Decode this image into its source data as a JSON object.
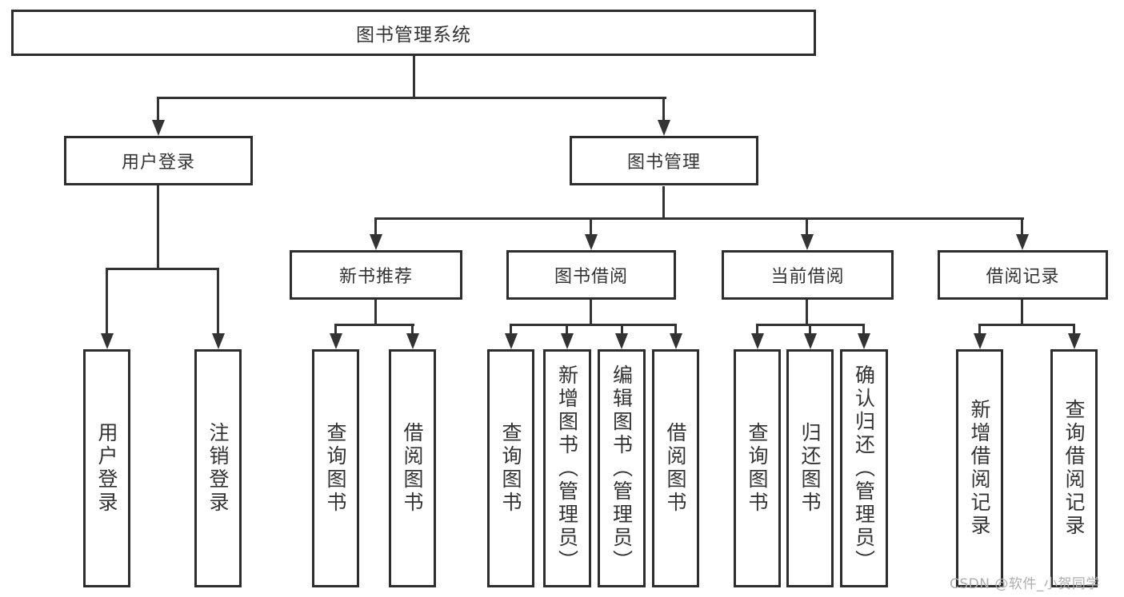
{
  "diagram": {
    "title": "图书管理系统",
    "level2": [
      {
        "label": "用户登录"
      },
      {
        "label": "图书管理"
      }
    ],
    "level3": [
      {
        "label": "新书推荐"
      },
      {
        "label": "图书借阅"
      },
      {
        "label": "当前借阅"
      },
      {
        "label": "借阅记录"
      }
    ],
    "leaves": {
      "user_login": "用户登录",
      "logout": "注销登录",
      "recommend_query": "查询图书",
      "recommend_borrow": "借阅图书",
      "borrow_query": "查询图书",
      "borrow_add_admin": "新增图书（管理员）",
      "borrow_edit_admin": "编辑图书（管理员）",
      "borrow_borrow": "借阅图书",
      "current_query": "查询图书",
      "current_return": "归还图书",
      "current_confirm_admin": "确认归还（管理员）",
      "record_add": "新增借阅记录",
      "record_query": "查询借阅记录"
    },
    "line_color": "#333333",
    "border_color": "#2d2d2d"
  },
  "watermark": {
    "text": "CSDN @软件_小贺同学",
    "color": "#aeaeae"
  }
}
